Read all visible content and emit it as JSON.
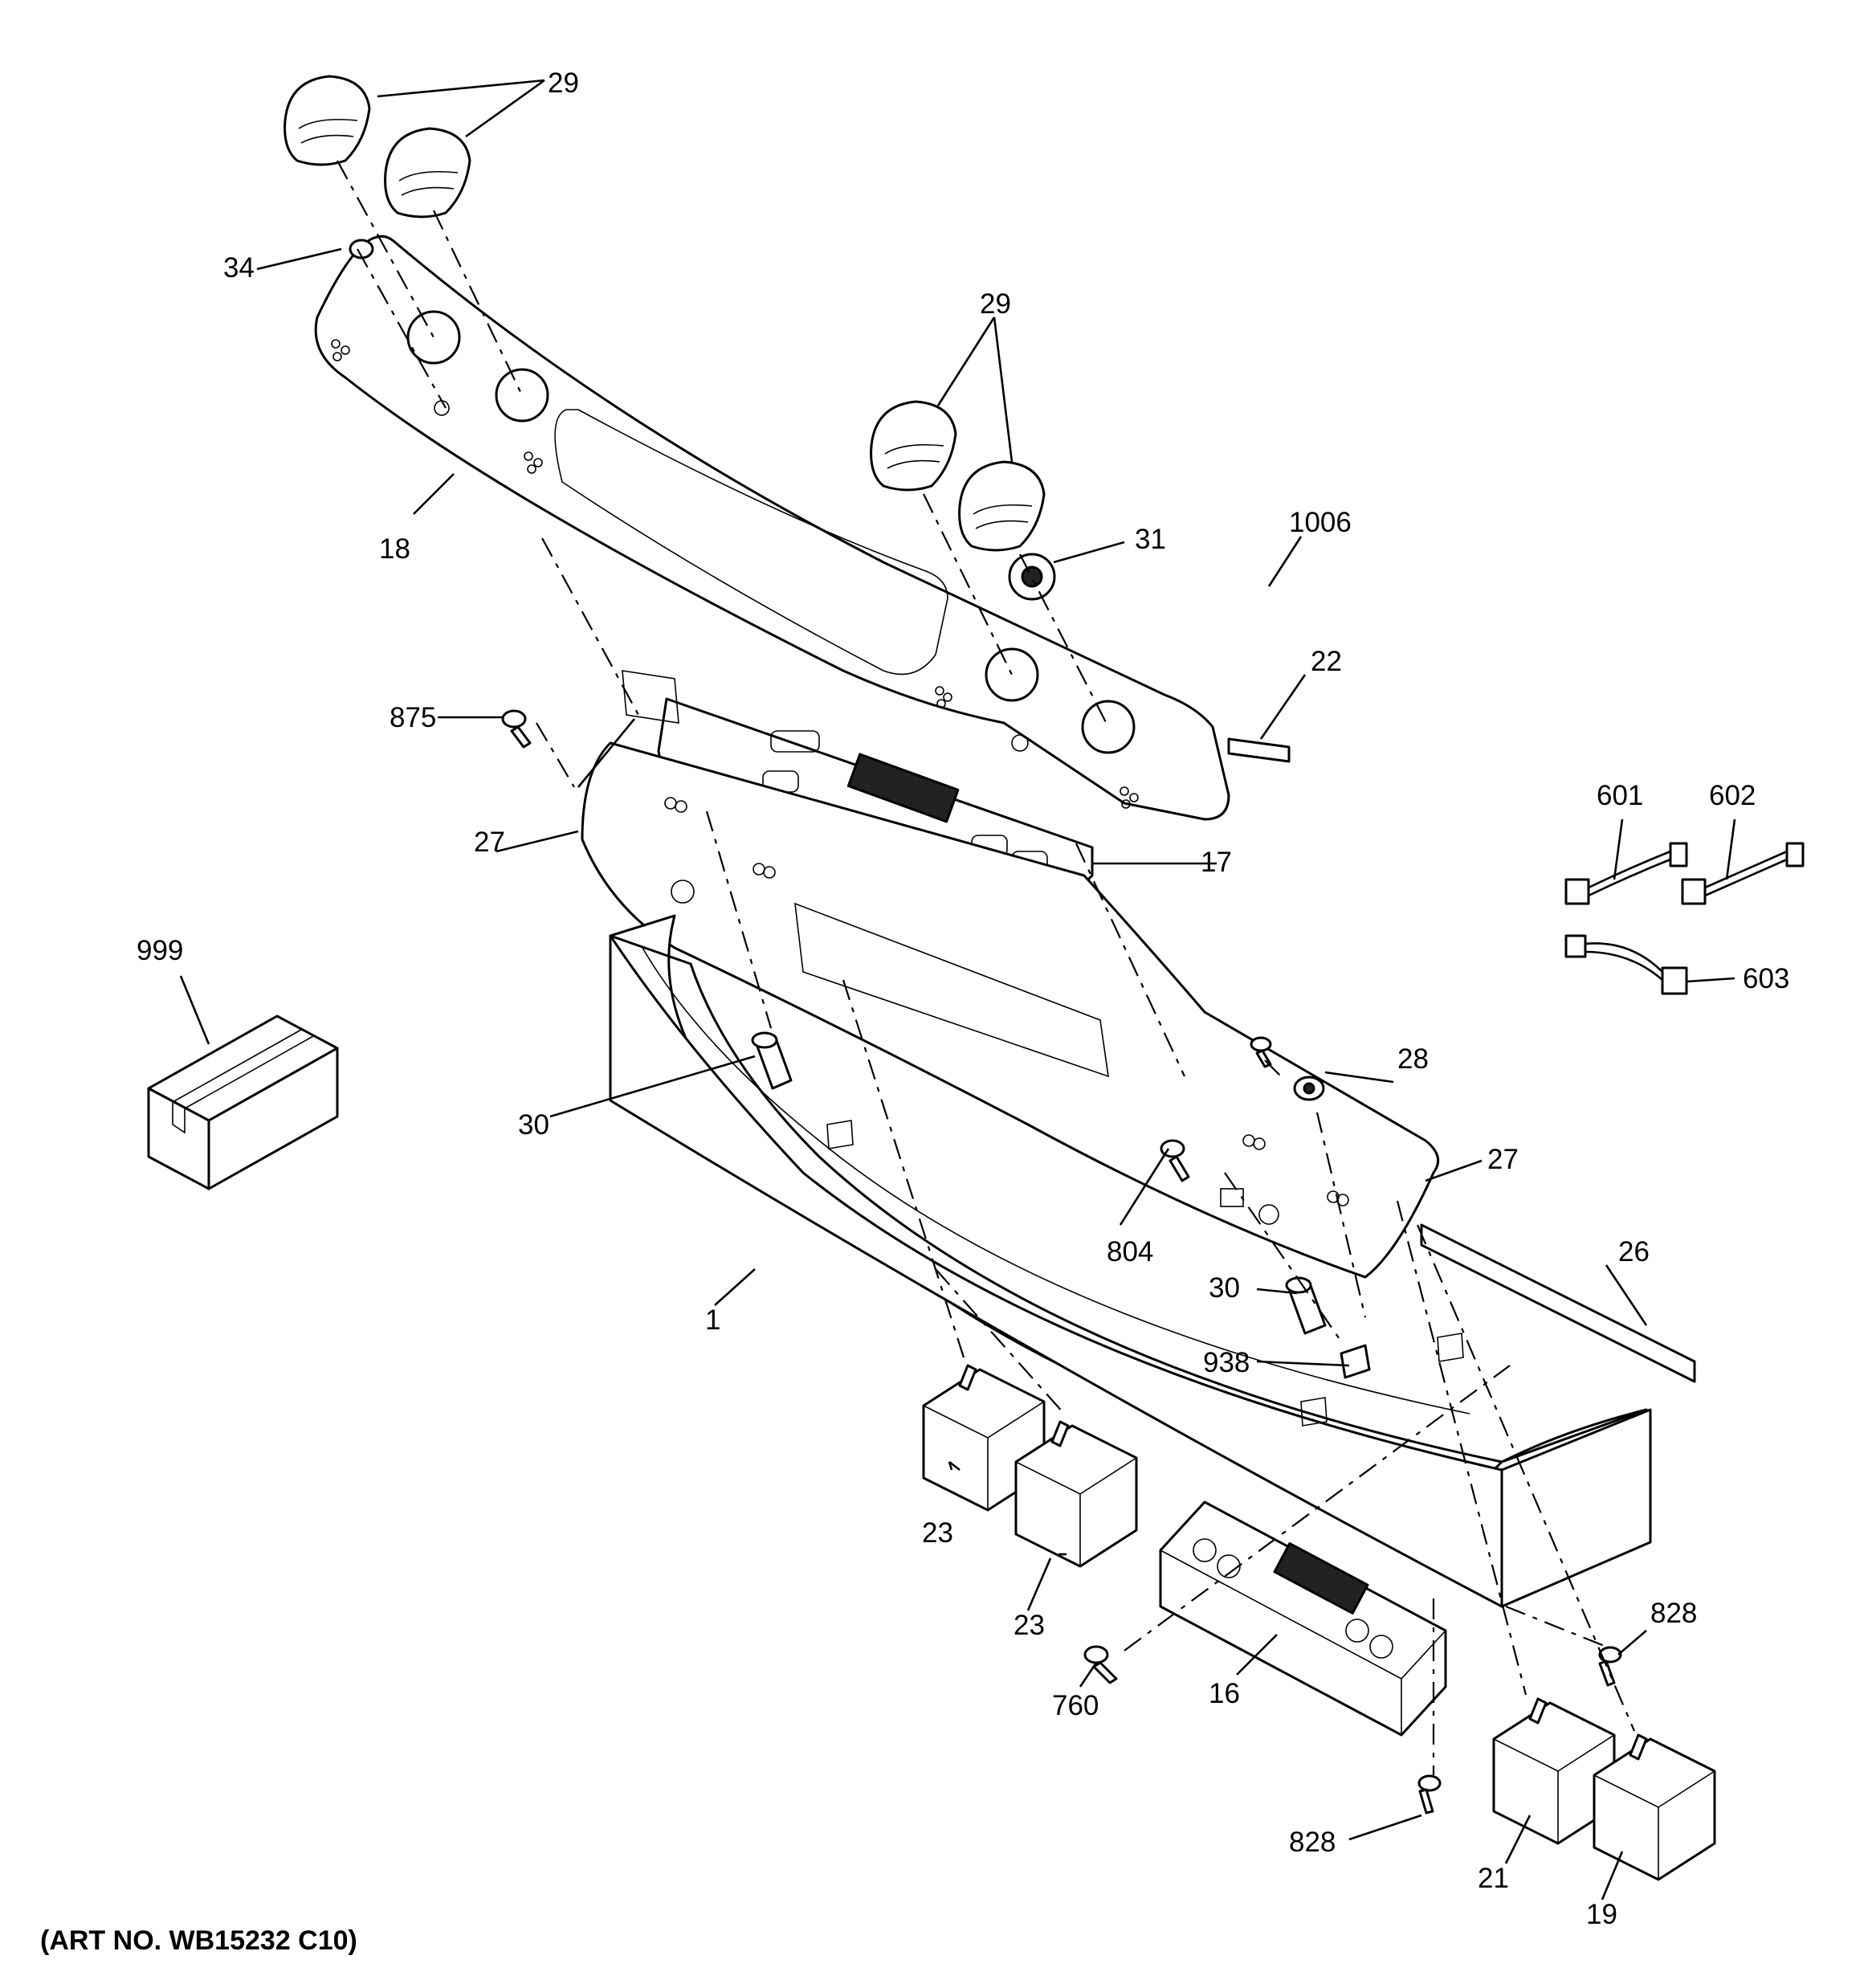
{
  "art_number": "(ART NO. WB15232 C10)",
  "callouts": {
    "knob_left_pair": "29",
    "knob_right_pair": "29",
    "indicator_light_34": "34",
    "backsplash_panel": "18",
    "switch_31": "31",
    "strip_22": "22",
    "screw_875": "875",
    "bracket_upper": "27",
    "control_board": "17",
    "harness_601": "601",
    "harness_602": "602",
    "harness_603": "603",
    "kit_999": "999",
    "screw_1006": "1006",
    "switch_28": "28",
    "bracket_lower": "27",
    "lamp_left": "30",
    "screw_804": "804",
    "lamp_right": "30",
    "trim_26": "26",
    "frame_1": "1",
    "clip_938": "938",
    "switch_23_a": "23",
    "switch_23_b": "23",
    "relay_board_16": "16",
    "screw_760": "760",
    "screw_828_right": "828",
    "screw_828_bottom": "828",
    "switch_21": "21",
    "switch_19": "19"
  },
  "icons": {
    "knob": "knob-icon",
    "screw": "screw-icon",
    "harness": "wire-harness-icon",
    "box": "package-box-icon",
    "switch": "infinite-switch-icon"
  }
}
